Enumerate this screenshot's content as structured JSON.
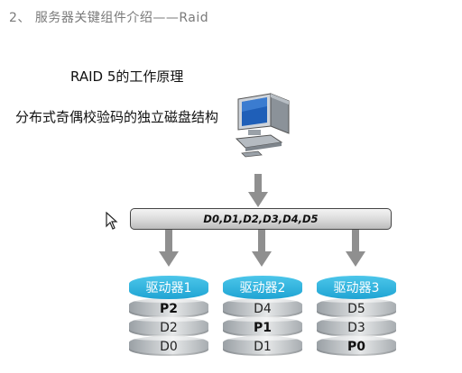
{
  "header": "2、 服务器关键组件介绍——Raid",
  "title": "RAID 5的工作原理",
  "subtitle": "分布式奇偶校验码的独立磁盘结构",
  "bus_label": "D0,D1,D2,D3,D4,D5",
  "icons": {
    "computer": "desktop-computer-icon",
    "cursor": "mouse-pointer-icon"
  },
  "colors": {
    "drive_head": "#1fa4d3",
    "arrow": "#8f8f8f",
    "platter": "#c8cbcd"
  },
  "drives": [
    {
      "name": "驱动器1",
      "blocks": [
        "P2",
        "D2",
        "D0"
      ]
    },
    {
      "name": "驱动器2",
      "blocks": [
        "D4",
        "P1",
        "D1"
      ]
    },
    {
      "name": "驱动器3",
      "blocks": [
        "D5",
        "D3",
        "P0"
      ]
    }
  ]
}
